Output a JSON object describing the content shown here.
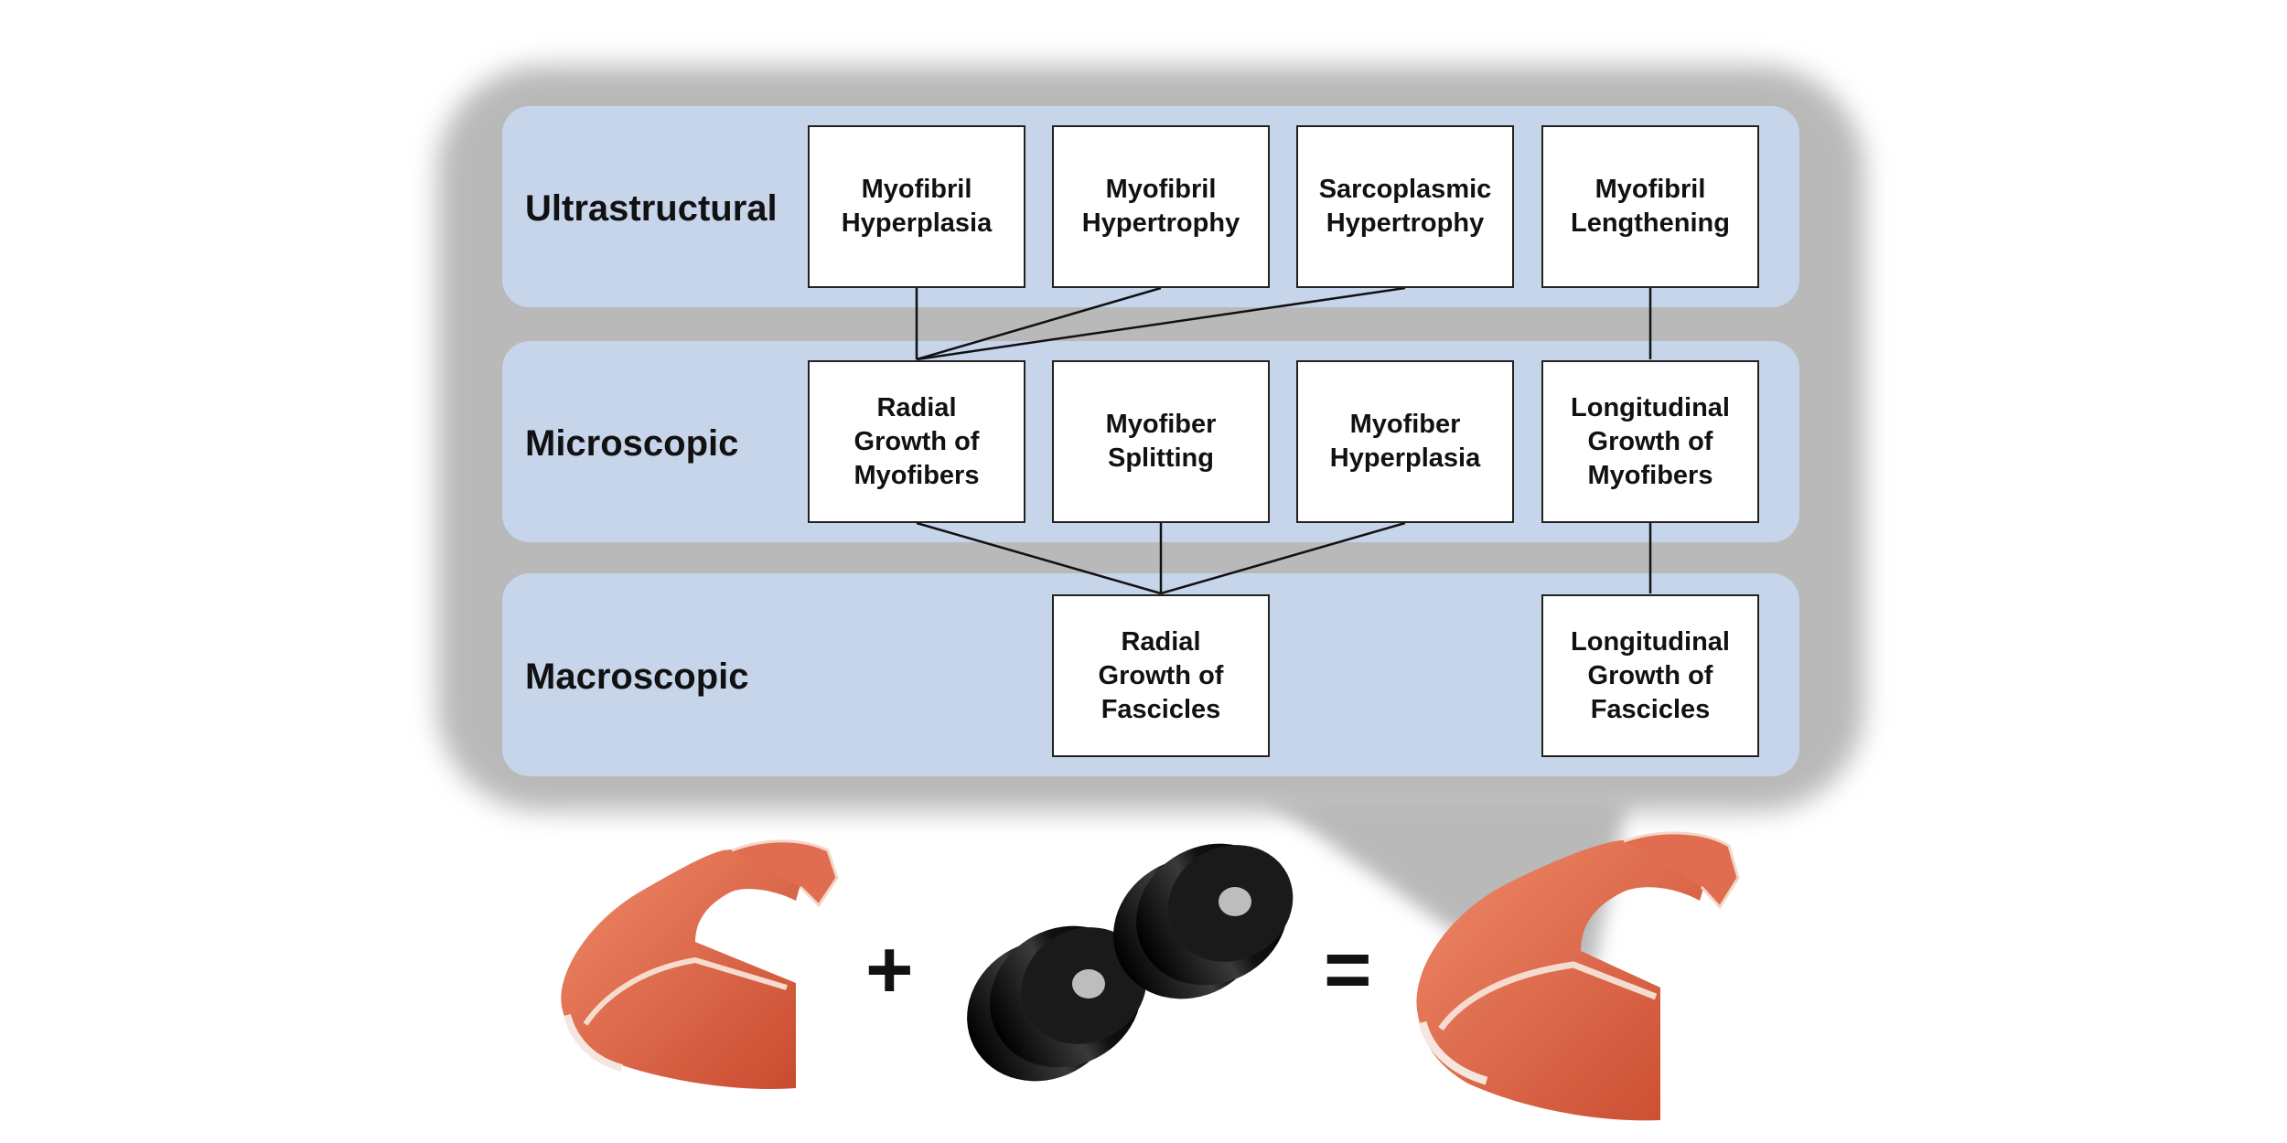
{
  "levels": {
    "ultrastructural": "Ultrastructural",
    "microscopic": "Microscopic",
    "macroscopic": "Macroscopic"
  },
  "ultrastructural_boxes": [
    "Myofibril\nHyperplasia",
    "Myofibril\nHypertrophy",
    "Sarcoplasmic\nHypertrophy",
    "Myofibril\nLengthening"
  ],
  "microscopic_boxes": [
    "Radial\nGrowth of\nMyofibers",
    "Myofiber\nSplitting",
    "Myofiber\nHyperplasia",
    "Longitudinal\nGrowth of\nMyofibers"
  ],
  "macroscopic_boxes": [
    "Radial\nGrowth of\nFascicles",
    "Longitudinal\nGrowth of\nFascicles"
  ],
  "equation": {
    "plus": "+",
    "equals": "="
  },
  "colors": {
    "band": "#c6d5ea",
    "shadow": "#b9b9b9",
    "muscle": "#e0694a",
    "weight": "#151515"
  }
}
